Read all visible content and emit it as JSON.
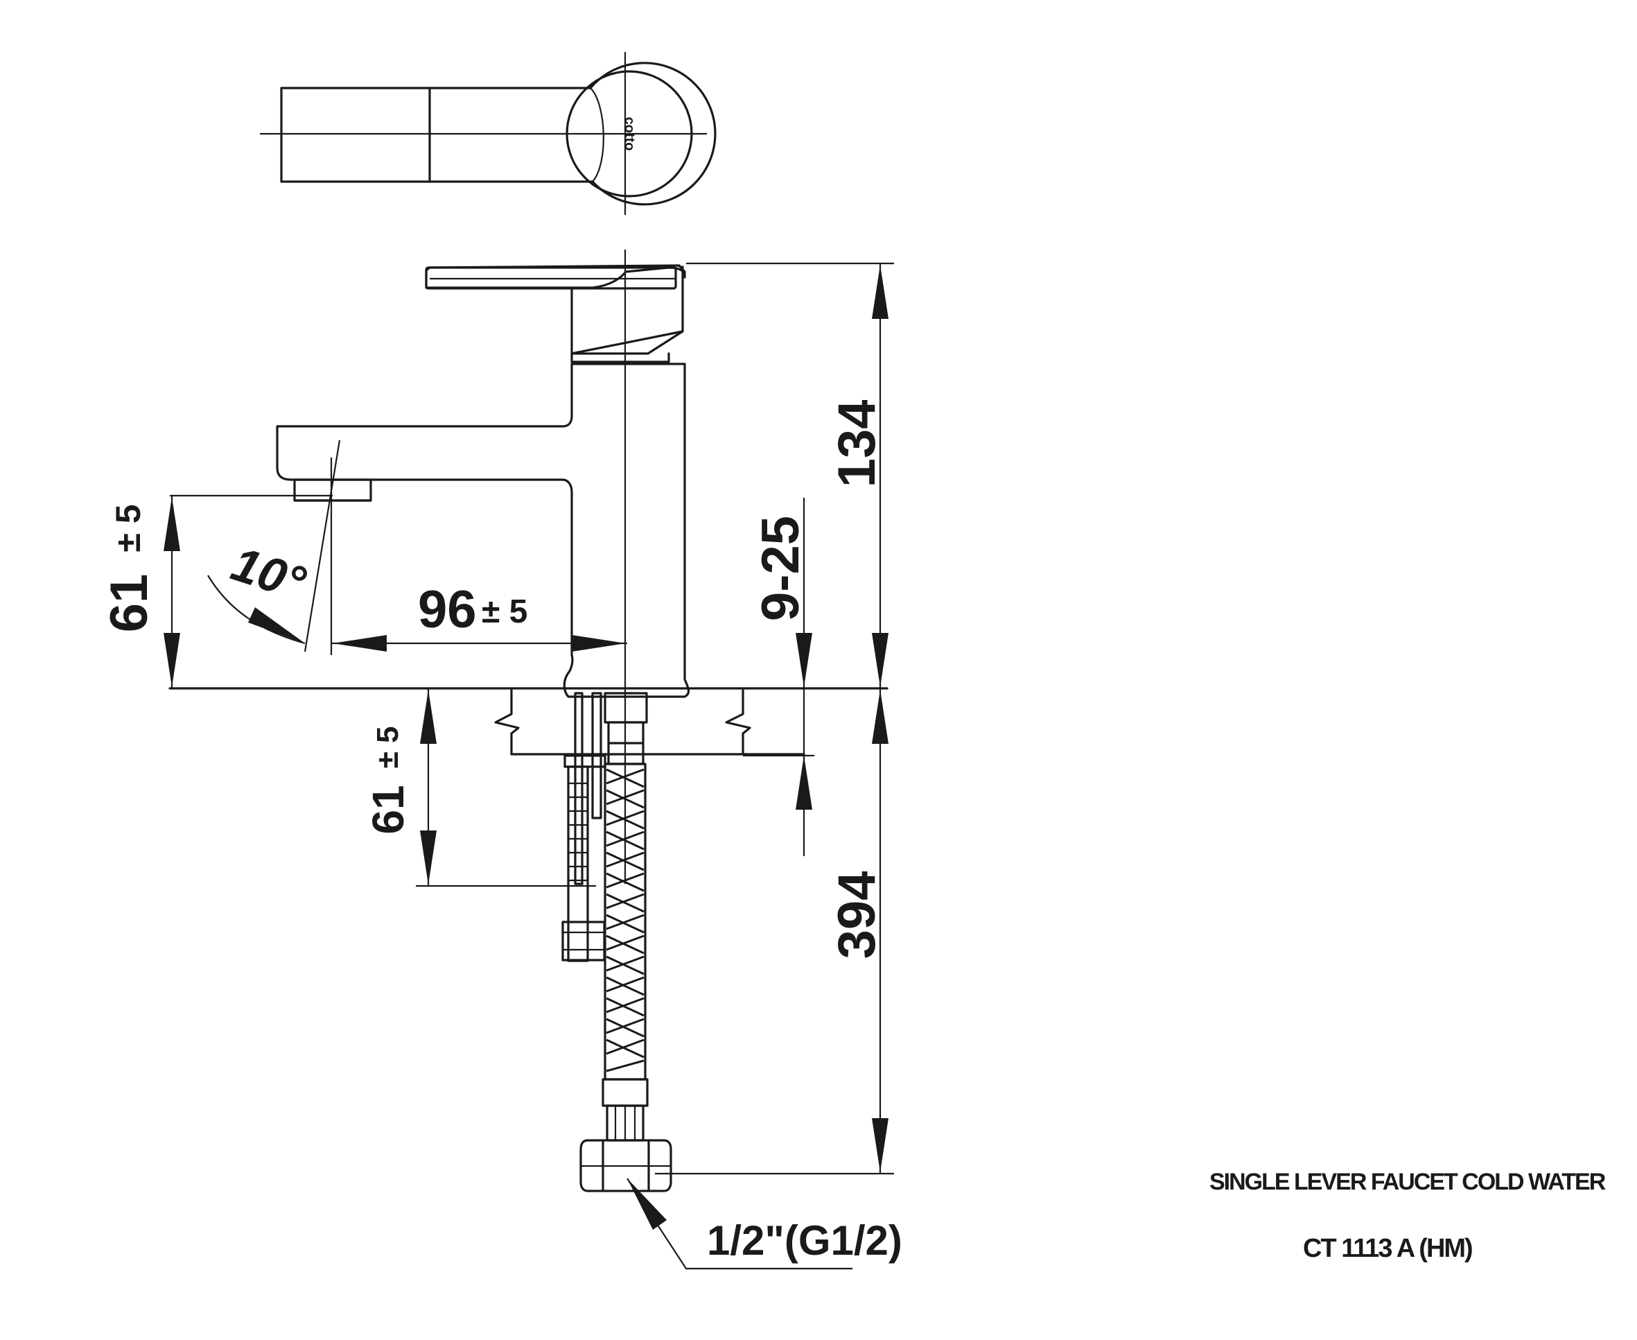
{
  "drawing": {
    "title": "SINGLE LEVER FAUCET COLD WATER",
    "model": "CT 1113 A (HM)",
    "brand_mark": "cotto"
  },
  "dimensions": {
    "total_height_upper": "134",
    "total_height_lower": "394",
    "spout_height": "61",
    "spout_height_tol": "± 5",
    "shank_length": "61",
    "shank_length_tol": "± 5",
    "spout_reach": "96",
    "spout_reach_tol": "± 5",
    "counter_thickness": "9-25",
    "spray_angle": "10°",
    "thread_size": "1/2\"(G1/2)"
  }
}
